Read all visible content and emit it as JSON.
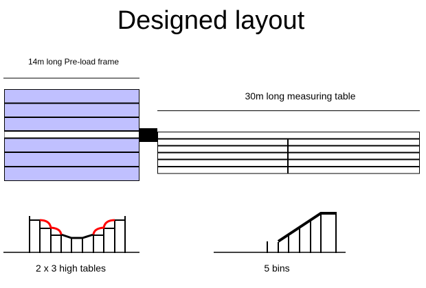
{
  "title": "Designed layout",
  "preload_frame": {
    "label": "14m long Pre-load frame",
    "fill_color": "#c0c0ff"
  },
  "measuring_table": {
    "label": "30m long measuring table"
  },
  "diagrams": {
    "left_label": "2 x 3 high tables",
    "right_label": "5 bins",
    "accent_color": "#ff0000"
  }
}
